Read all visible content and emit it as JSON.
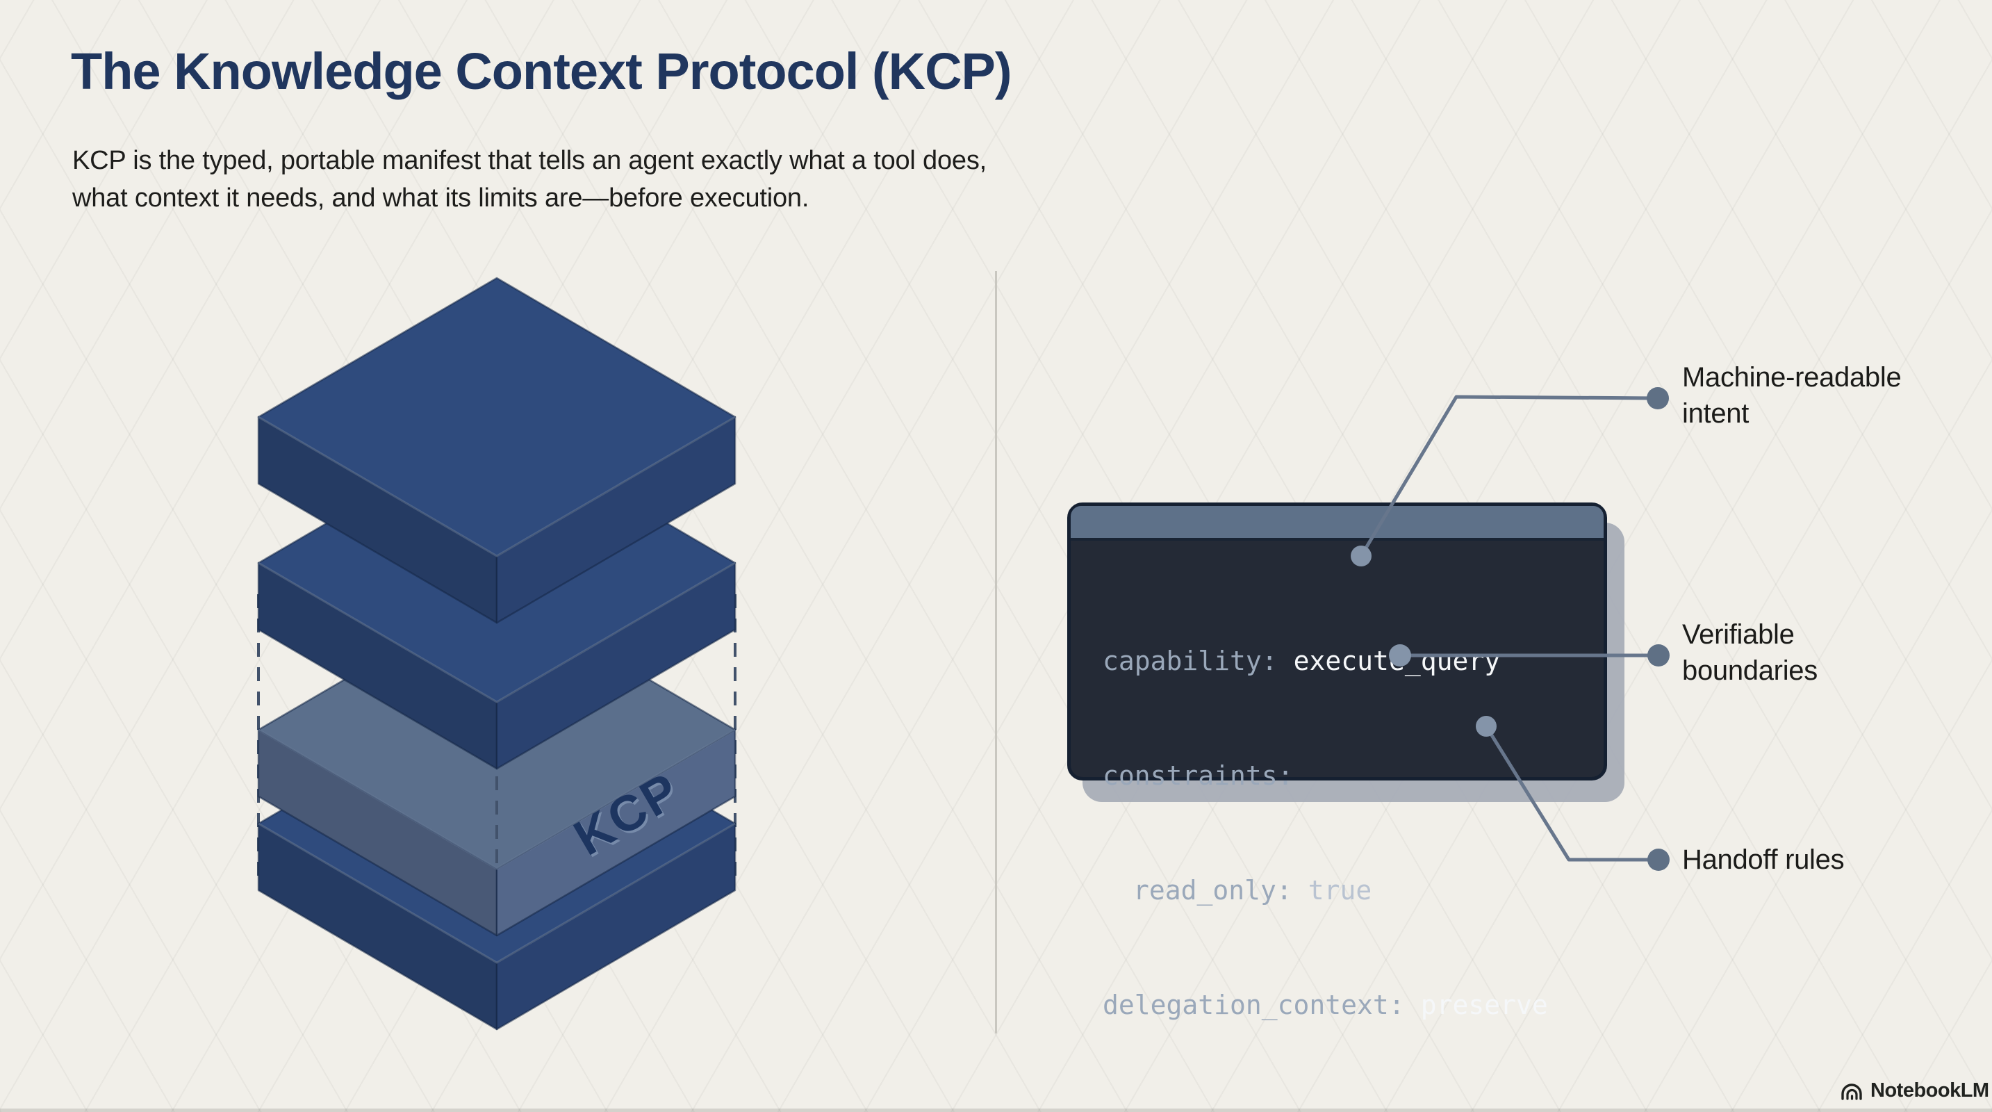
{
  "page": {
    "title": "The Knowledge Context Protocol (KCP)",
    "subtitle_lines": [
      "KCP is the typed, portable manifest that tells an agent exactly what a tool does,",
      "what context it needs, and what its limits are—before execution."
    ]
  },
  "stack": {
    "label": "KCP",
    "layers": [
      {
        "id": "context-layer-top",
        "top": "#2f4b7d",
        "left": "#253b63",
        "right": "#2a4270"
      },
      {
        "id": "context-layer-upper",
        "top": "#2f4b7d",
        "left": "#253b63",
        "right": "#2a4270"
      },
      {
        "id": "kcp-layer",
        "top": "#5b6f8c",
        "left": "#495976",
        "right": "#54678a",
        "label": "KCP"
      },
      {
        "id": "context-layer-bottom",
        "top": "#2f4b7d",
        "left": "#253b63",
        "right": "#2a4270"
      }
    ]
  },
  "code_panel": {
    "lines": [
      {
        "key": "capability:",
        "value": "execute_query"
      },
      {
        "key": "constraints:",
        "value": ""
      },
      {
        "key": "read_only:",
        "value": "true"
      },
      {
        "key": "delegation_context:",
        "value": "preserve"
      }
    ]
  },
  "callouts": [
    {
      "lines": [
        "Machine-readable",
        "intent"
      ]
    },
    {
      "lines": [
        "Verifiable",
        "boundaries"
      ]
    },
    {
      "lines": [
        "Handoff rules"
      ]
    }
  ],
  "branding": {
    "logo_text": "NotebookLM"
  },
  "colors": {
    "background": "#f1efe9",
    "title_navy": "#20365e",
    "slab_blue_top": "#2f4b7d",
    "kcp_slate_top": "#5b6f8c",
    "panel_bg": "#242a36",
    "panel_titlebar": "#5e7189",
    "panel_border": "#152031",
    "panel_shadow": "#a8adb7",
    "connector": "#67768c",
    "dot_outer": "#5f7085",
    "dot_inner": "#8494a9",
    "code_key": "#9aa8ba",
    "code_value": "#f5f7f9",
    "dashed_guide": "#42526b"
  }
}
